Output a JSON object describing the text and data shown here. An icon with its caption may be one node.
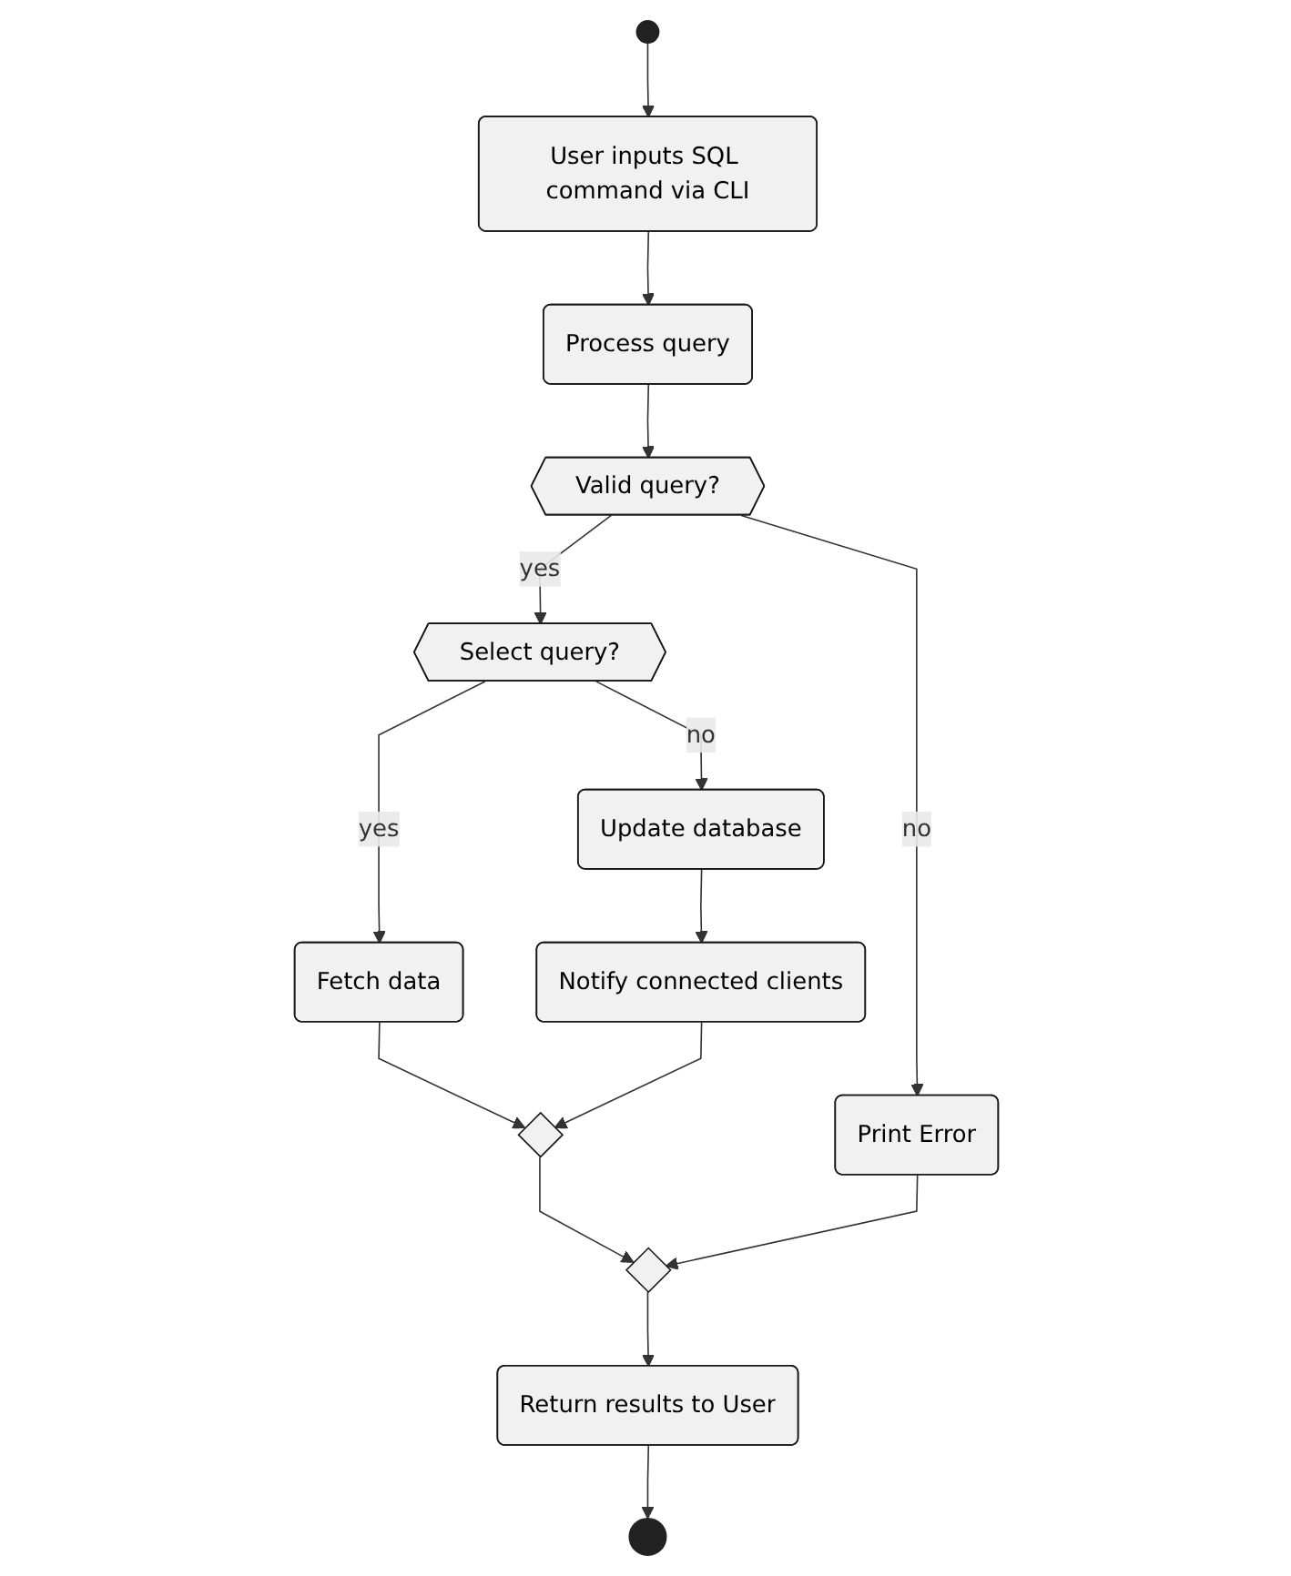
{
  "diagram": {
    "nodes": [
      {
        "text": [],
        "shape": "circle"
      },
      {
        "text": [
          "User inputs SQL command via CLI"
        ]
      },
      {
        "text": [
          "Process query"
        ]
      },
      {
        "text": [
          "Valid query?"
        ]
      },
      {
        "text": [
          "Select query?"
        ]
      },
      {
        "text": [
          "Print Error"
        ]
      },
      {
        "text": [
          "Fetch data"
        ]
      },
      {
        "text": [
          "Update database"
        ]
      },
      {
        "text": [
          "Notify connected clients"
        ]
      },
      {
        "text": [],
        "shape": "diamond"
      },
      {
        "text": [],
        "shape": "diamond"
      },
      {
        "text": [
          "Return results to User"
        ]
      },
      {
        "text": [],
        "shape": "circle"
      }
    ],
    "edges": [
      {
        "from": 0,
        "to": 1,
        "arrow": "to"
      },
      {
        "from": 1,
        "to": 2,
        "arrow": "to"
      },
      {
        "from": 2,
        "to": 3,
        "arrow": "to"
      },
      {
        "from": 3,
        "to": 4,
        "arrow": "to",
        "label": "yes"
      },
      {
        "from": 3,
        "to": 5,
        "arrow": "to",
        "label": "no"
      },
      {
        "from": 4,
        "to": 6,
        "arrow": "to",
        "label": "yes"
      },
      {
        "from": 4,
        "to": 7,
        "arrow": "to",
        "label": "no"
      },
      {
        "from": 7,
        "to": 8,
        "arrow": "to"
      },
      {
        "from": 6,
        "to": 9,
        "arrow": "to"
      },
      {
        "from": 8,
        "to": 9,
        "arrow": "to"
      },
      {
        "from": 9,
        "to": 10,
        "arrow": "to"
      },
      {
        "from": 5,
        "to": 10,
        "arrow": "to"
      },
      {
        "from": 10,
        "to": 11,
        "arrow": "to"
      },
      {
        "from": 11,
        "to": 12,
        "arrow": "to"
      }
    ]
  }
}
